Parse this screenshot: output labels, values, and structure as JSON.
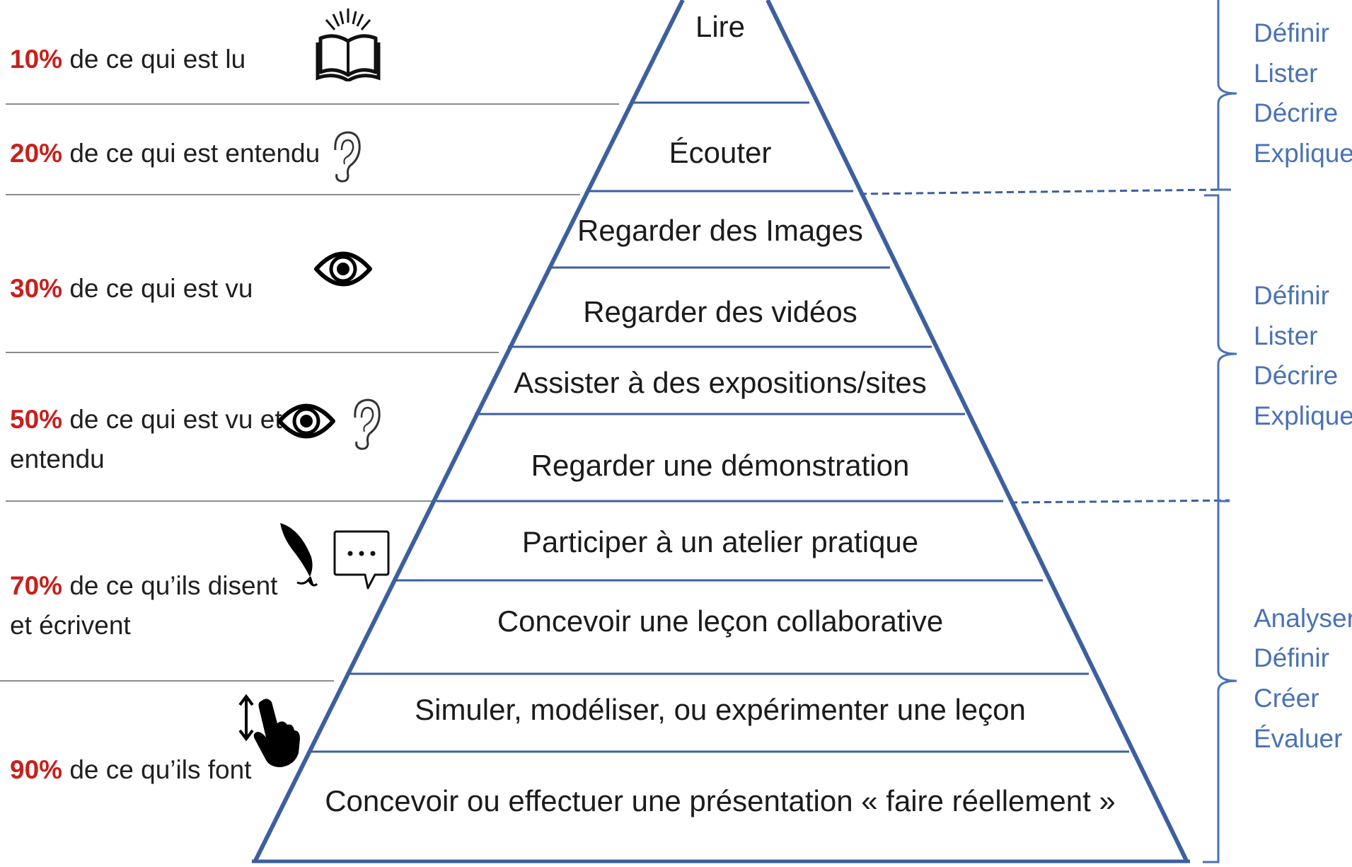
{
  "pyramid": {
    "levels": [
      {
        "label": "Lire"
      },
      {
        "label": "Écouter"
      },
      {
        "label": "Regarder des Images"
      },
      {
        "label": "Regarder des vidéos"
      },
      {
        "label": "Assister à des expositions/sites"
      },
      {
        "label": "Regarder une démonstration"
      },
      {
        "label": "Participer à un atelier pratique"
      },
      {
        "label": "Concevoir une leçon collaborative"
      },
      {
        "label": "Simuler, modéliser, ou expérimenter une leçon"
      },
      {
        "label": "Concevoir ou effectuer une présentation « faire réellement »"
      }
    ]
  },
  "retention": [
    {
      "pct": "10%",
      "text": " de ce qui est lu",
      "icons": [
        "open-book-icon"
      ]
    },
    {
      "pct": "20%",
      "text": " de ce qui est entendu",
      "icons": [
        "ear-icon"
      ]
    },
    {
      "pct": "30%",
      "text": " de ce qui est vu",
      "icons": [
        "eye-icon"
      ]
    },
    {
      "pct": "50%",
      "text": " de ce qui est vu et",
      "text2": "entendu",
      "icons": [
        "eye-icon",
        "ear-icon"
      ]
    },
    {
      "pct": "70%",
      "text": " de ce qu’ils disent",
      "text2": "et écrivent",
      "icons": [
        "quill-pen-icon",
        "speech-bubble-icon"
      ]
    },
    {
      "pct": "90%",
      "text": " de ce qu’ils font",
      "icons": [
        "pointing-hand-icon"
      ]
    }
  ],
  "verb_groups": [
    {
      "verbs": [
        "Définir",
        "Lister",
        "Décrire",
        "Expliquer"
      ]
    },
    {
      "verbs": [
        "Définir",
        "Lister",
        "Décrire",
        "Expliquer"
      ]
    },
    {
      "verbs": [
        "Analyser",
        "Définir",
        "Créer",
        "Évaluer"
      ]
    }
  ],
  "colors": {
    "pyramid_line": "#3d5f9e",
    "percent_red": "#c8201c",
    "verb_blue": "#4a72b5",
    "separator_gray": "#8c8c8c"
  }
}
